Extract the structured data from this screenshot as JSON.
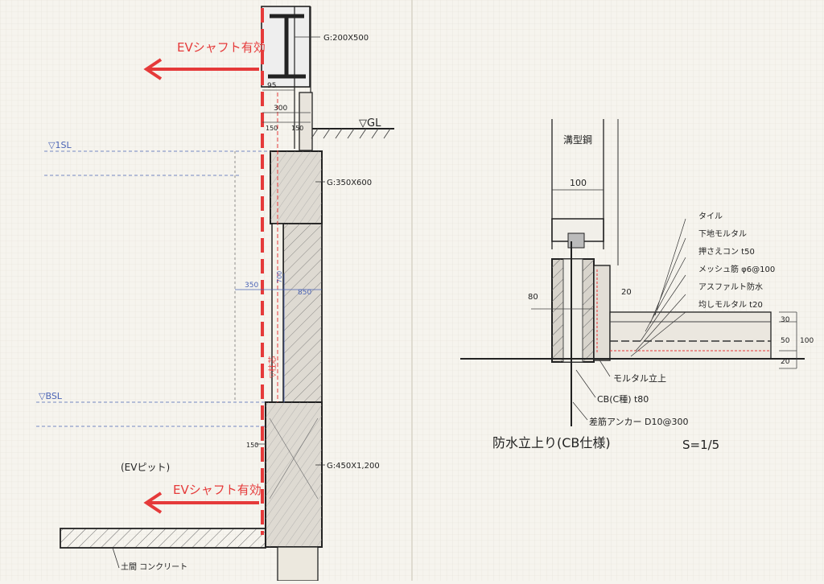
{
  "left": {
    "ev_shaft_top": "EVシャフト有効",
    "ev_shaft_bottom": "EVシャフト有効",
    "beam_top": "G:200X500",
    "beam_mid": "G:350X600",
    "beam_bottom": "G:450X1,200",
    "gl": "▽GL",
    "fl1": "▽1SL",
    "bsl": "▽BSL",
    "pit": "(EVピット)",
    "floor": "土間 コンクリート",
    "column_center": "▽柱芯",
    "dims": {
      "d95": "95",
      "d300": "300",
      "d150a": "150",
      "d150b": "150",
      "d700": "700",
      "d350": "350",
      "d850": "850",
      "d150c": "150"
    }
  },
  "right": {
    "steel": "溝型鋼",
    "d100": "100",
    "d80": "80",
    "d20": "20",
    "layers": [
      "タイル",
      "下地モルタル",
      "押さえコン t50",
      "メッシュ筋 φ6@100",
      "アスファルト防水",
      "均しモルタル t20"
    ],
    "side_dims": [
      "30",
      "50",
      "20"
    ],
    "side_total": "100",
    "bottom_labels": [
      "モルタル立上",
      "CB(C種) t80",
      "差筋アンカー D10@300"
    ],
    "title": "防水立上り(CB仕様)",
    "scale": "S=1/5"
  }
}
